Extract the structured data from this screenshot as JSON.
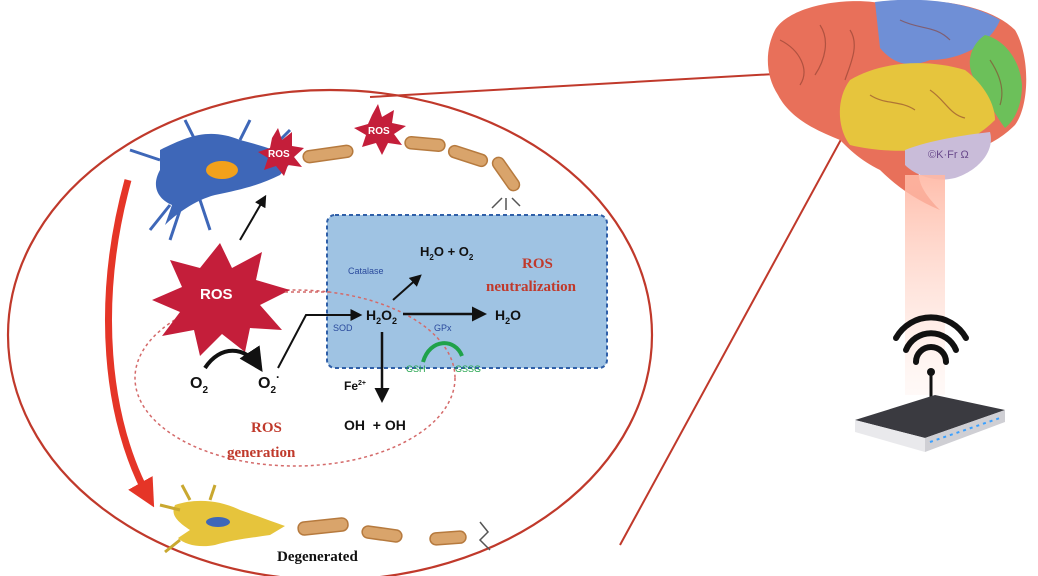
{
  "labels": {
    "ros_neuron": "ROS",
    "ros_axon": "ROS",
    "ros_big": "ROS",
    "o2_left": "O",
    "o2_left_sub": "2",
    "o2_right": "O",
    "o2_right_sub": "2",
    "o2_right_sup": "·",
    "h2o2": "H",
    "h2o2_sub1": "2",
    "h2o2_o": "O",
    "h2o2_sub2": "2",
    "h2o_o2": "H",
    "h2o_o2_sub1": "2",
    "h2o_o2_rest": "O + O",
    "h2o_o2_sub2": "2",
    "h2o": "H",
    "h2o_sub": "2",
    "h2o_rest": "O",
    "catalase": "Catalase",
    "sod": "SOD",
    "gpx": "GPx",
    "gsh": "GSH",
    "gssg": "GSSG",
    "fe": "Fe",
    "fe_sup": "2+",
    "oh_oh": "OH  + OH",
    "ros_neutralization_line1": "ROS",
    "ros_neutralization_line2": "neutralization",
    "ros_generation_line1": "ROS",
    "ros_generation_line2": "generation",
    "degenerated": "Degenerated",
    "brain_watermark": "©K·Fr Ω"
  },
  "colors": {
    "outline_red": "#c0392b",
    "arrow_red": "#e53527",
    "ros_burst": "#c41e3a",
    "neutral_box": "#9fc3e3",
    "neutral_box_border": "#2f5fa8",
    "label_red": "#c0392b",
    "label_blue": "#2a4a9c",
    "label_green": "#1fa24a",
    "neuron_blue": "#3e67b8",
    "neuron_yellow": "#e6c43c",
    "axon_tan": "#d9a46b",
    "brain_red": "#e8705a",
    "brain_blue": "#6f8fd6",
    "brain_yellow": "#e6c53d",
    "brain_green": "#6cc05a",
    "brain_purple": "#c9bcd9",
    "router_dark": "#2d2d33"
  },
  "icons": [
    "neuron-icon",
    "degenerated-neuron-icon",
    "brain-icon",
    "wifi-router-icon",
    "wifi-signal-icon",
    "ros-burst-icon"
  ]
}
